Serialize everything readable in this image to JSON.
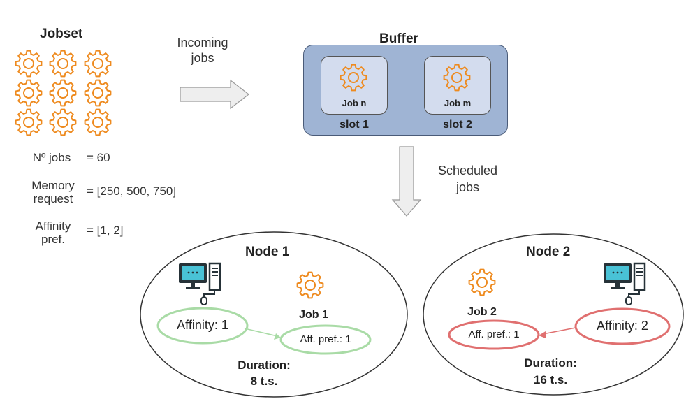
{
  "jobset": {
    "title": "Jobset",
    "params": [
      {
        "name": "Nº jobs",
        "value": "= 60"
      },
      {
        "name": "Memory request",
        "value": "= [250, 500, 750]"
      },
      {
        "name": "Affinity pref.",
        "value": "= [1, 2]"
      }
    ]
  },
  "incoming_label": "Incoming jobs",
  "buffer": {
    "title": "Buffer",
    "slots": [
      {
        "job": "Job n",
        "slot": "slot 1"
      },
      {
        "job": "Job m",
        "slot": "slot 2"
      }
    ]
  },
  "scheduled_label": "Scheduled jobs",
  "nodes": [
    {
      "title": "Node 1",
      "affinity": "Affinity: 1",
      "job": "Job 1",
      "aff_pref": "Aff. pref.: 1",
      "duration_label": "Duration:",
      "duration_value": "8 t.s.",
      "color": "#a9dba6"
    },
    {
      "title": "Node 2",
      "affinity": "Affinity: 2",
      "job": "Job 2",
      "aff_pref": "Aff. pref.: 1",
      "duration_label": "Duration:",
      "duration_value": "16 t.s.",
      "color": "#e07070"
    }
  ],
  "colors": {
    "gear": "#ee8a1e",
    "buffer_fill": "#9fb4d4",
    "slot_fill": "#d3dcee",
    "arrow_fill": "#eeeeee",
    "monitor": "#49c2d6"
  }
}
